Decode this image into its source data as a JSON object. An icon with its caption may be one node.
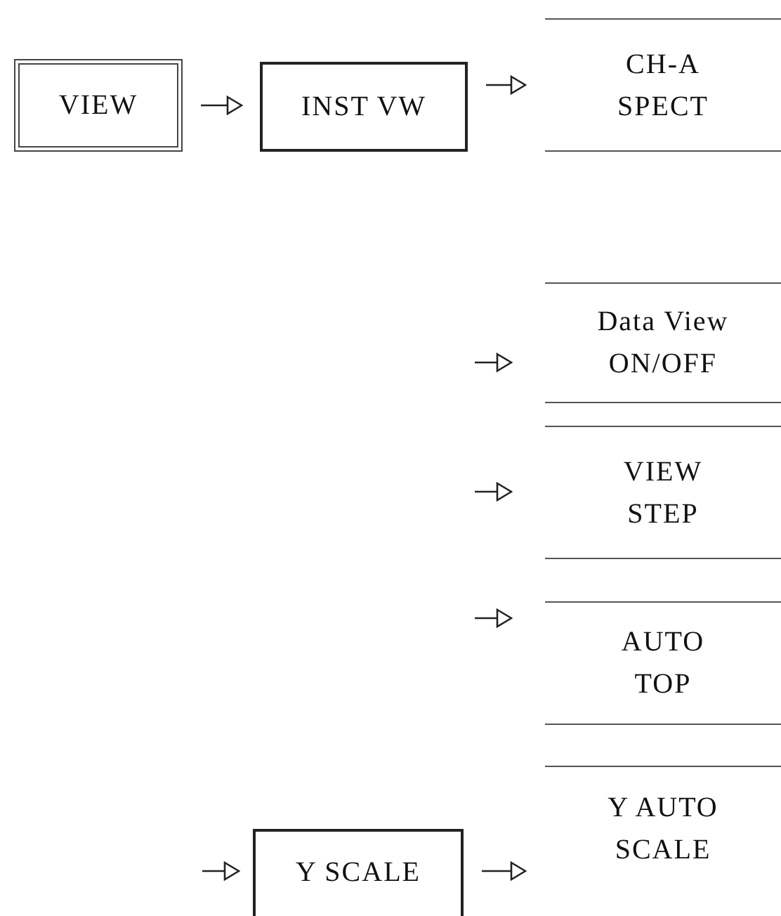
{
  "diagram": {
    "nodes": [
      {
        "text": [
          "VIEW"
        ]
      },
      {
        "text": [
          "INST VW"
        ]
      },
      {
        "text": [
          "CH-A SPECT"
        ]
      },
      {
        "text": [
          "Data View ON/OFF"
        ]
      },
      {
        "text": [
          "VIEW STEP"
        ]
      },
      {
        "text": [
          "AUTO TOP"
        ]
      },
      {
        "text": [
          "Y SCALE"
        ]
      },
      {
        "text": [
          "Y AUTO SCALE"
        ]
      }
    ],
    "edges": [
      {
        "from": 0,
        "to": 1,
        "arrow": "to"
      },
      {
        "from": 1,
        "to": 2,
        "arrow": "to"
      },
      {
        "from": null,
        "to": 3,
        "arrow": "to"
      },
      {
        "from": null,
        "to": 4,
        "arrow": "to"
      },
      {
        "from": null,
        "to": 5,
        "arrow": "to"
      },
      {
        "from": null,
        "to": 6,
        "arrow": "to"
      },
      {
        "from": 6,
        "to": 7,
        "arrow": "to"
      }
    ]
  }
}
